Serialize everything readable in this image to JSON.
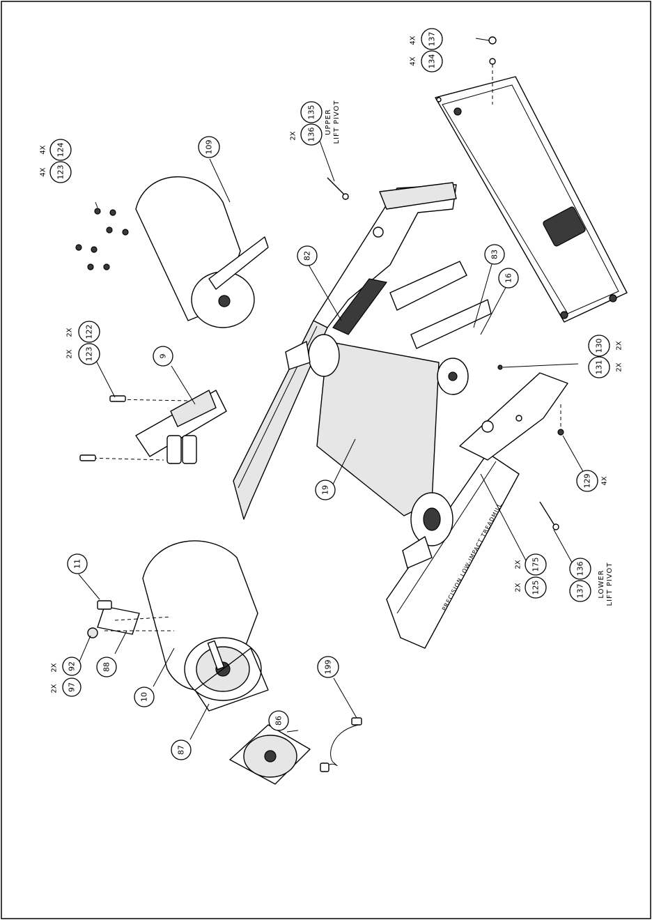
{
  "callouts": {
    "p11": "11",
    "p92": "92",
    "p97": "97",
    "p88": "88",
    "p10": "10",
    "p87": "87",
    "p86": "86",
    "p199": "199",
    "p19": "19",
    "p9": "9",
    "p122": "122",
    "p123a": "123",
    "p123b": "123",
    "p124": "124",
    "p109": "109",
    "p82": "82",
    "p83": "83",
    "p16": "16",
    "p135": "135",
    "p136a": "136",
    "p136b": "136",
    "p137a": "137",
    "p137b": "137",
    "p134": "134",
    "p130": "130",
    "p131": "131",
    "p129": "129",
    "p125": "125",
    "p175": "175"
  },
  "quantities": {
    "q92": "2X",
    "q97": "2X",
    "q122": "2X",
    "q123a": "2X",
    "q124": "4X",
    "q123b": "4X",
    "q136a": "2X",
    "q137a": "4X",
    "q134": "4X",
    "q130": "2X",
    "q131": "2X",
    "q129": "4X",
    "q175": "2X",
    "q125": "2X"
  },
  "notes": {
    "upper_line1": "UPPER",
    "upper_line2": "LIFT PIVOT",
    "lower_line1": "LOWER",
    "lower_line2": "LIFT PIVOT"
  },
  "deck_stencil": "PRECISION LOW-IMPACT TREADMILL"
}
